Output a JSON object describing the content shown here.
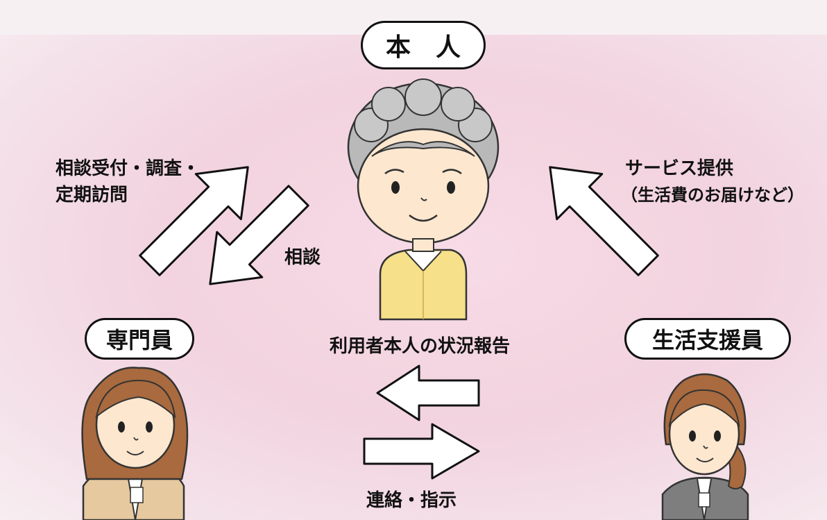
{
  "roles": {
    "person": "本　人",
    "specialist": "専門員",
    "support_staff": "生活支援員"
  },
  "labels": {
    "intake_line1": "相談受付・調査・",
    "intake_line2": "定期訪問",
    "consult": "相談",
    "service_line1": "サービス提供",
    "service_line2": "（生活費のお届けなど）",
    "status_report": "利用者本人の状況報告",
    "contact_instruct": "連絡・指示"
  },
  "colors": {
    "background_pink": "#f2d3df",
    "arrow_fill": "#ffffff",
    "outline": "#111111",
    "sweater": "#f6e08a",
    "hair_gray": "#b9b9b9",
    "hair_brown": "#a86a3e",
    "skin": "#fde7cf"
  }
}
